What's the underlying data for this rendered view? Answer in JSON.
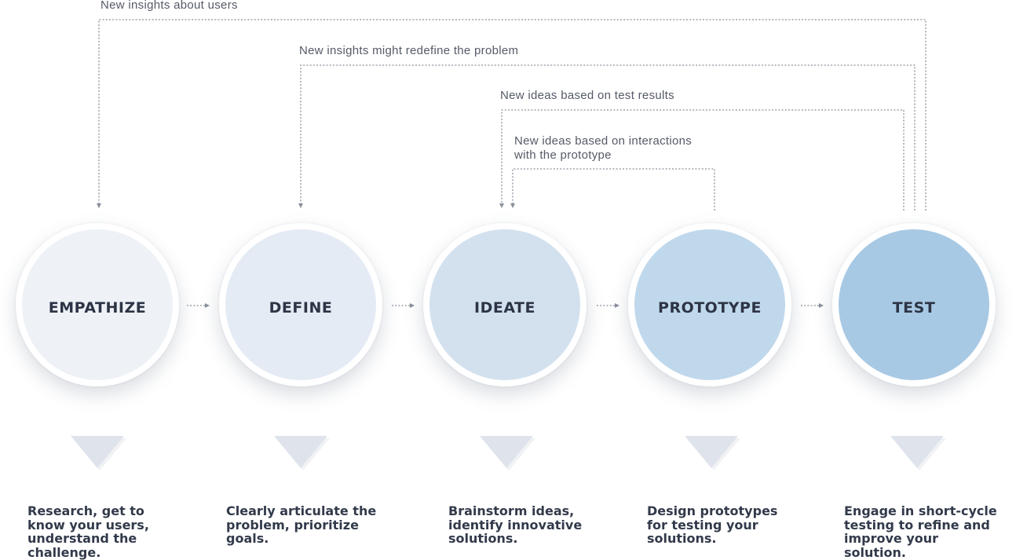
{
  "feedback_loops": [
    {
      "id": "users",
      "lines": [
        "New insights about users"
      ]
    },
    {
      "id": "problem",
      "lines": [
        "New insights might redefine the problem"
      ]
    },
    {
      "id": "test-results",
      "lines": [
        "New ideas based on test results"
      ]
    },
    {
      "id": "interactions",
      "lines": [
        "New ideas based on interactions",
        "with the prototype"
      ]
    }
  ],
  "stages": [
    {
      "id": "empathize",
      "name": "EMPATHIZE",
      "color": "#eef2f7",
      "description": [
        "Research, get to",
        "know your users,",
        "understand the",
        "challenge."
      ]
    },
    {
      "id": "define",
      "name": "DEFINE",
      "color": "#e4ebf4",
      "description": [
        "Clearly articulate the",
        "problem, prioritize",
        "goals."
      ]
    },
    {
      "id": "ideate",
      "name": "IDEATE",
      "color": "#d3e1ef",
      "description": [
        "Brainstorm ideas,",
        "identify innovative",
        "solutions."
      ]
    },
    {
      "id": "prototype",
      "name": "PROTOTYPE",
      "color": "#c0d8ec",
      "description": [
        "Design prototypes",
        "for testing your",
        "solutions."
      ]
    },
    {
      "id": "test",
      "name": "TEST",
      "color": "#a8c9e4",
      "description": [
        "Engage in short-cycle",
        "testing to refine and",
        "improve your",
        "solution."
      ]
    }
  ],
  "colors": {
    "connector": "#8a909c",
    "label_text": "#555a66",
    "stage_text": "#2c3445",
    "description_text": "#323a4b",
    "pointer": "#dfe3ec"
  }
}
